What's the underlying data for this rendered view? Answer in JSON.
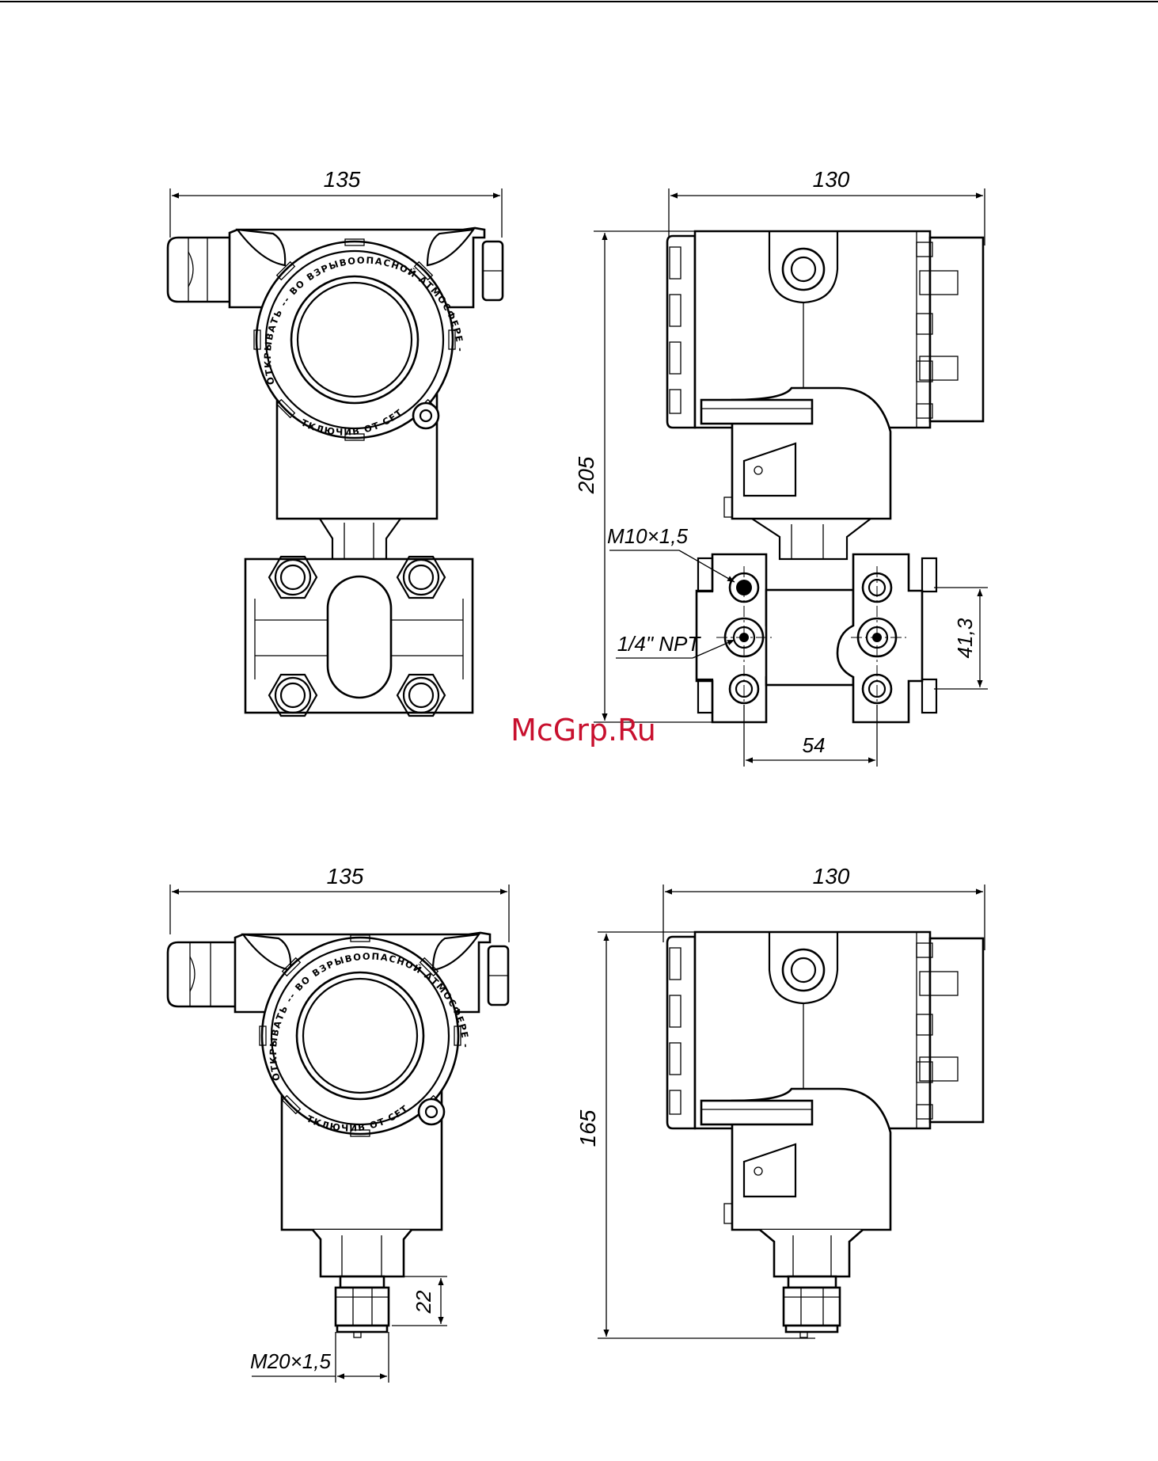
{
  "views": {
    "top_front": {
      "width_dim": "135",
      "cap_text_upper": "ОТКРЫВАТЬ -- ВО ВЗРЫВООПАСНОЙ АТМОСФЕРЕ --",
      "cap_text_lower": "ОТКЛЮЧИВ ОТ СЕТИ"
    },
    "top_side": {
      "width_dim": "130",
      "height_dim": "205",
      "thread_label": "M10×1,5",
      "npt_label": "1/4\" NPT",
      "flange_pitch_dim": "41,3",
      "port_spacing_dim": "54"
    },
    "bottom_front": {
      "width_dim": "135",
      "fitting_height_dim": "22",
      "thread_label": "M20×1,5",
      "cap_text_upper": "ОТКРЫВАТЬ -- ВО ВЗРЫВООПАСНОЙ АТМОСФЕРЕ --",
      "cap_text_lower": "ОТКЛЮЧИВ ОТ СЕТИ"
    },
    "bottom_side": {
      "width_dim": "130",
      "height_dim": "165"
    }
  },
  "watermark": "McGrp.Ru",
  "colors": {
    "line": "#000000",
    "watermark": "#c8102e",
    "background": "#ffffff"
  }
}
